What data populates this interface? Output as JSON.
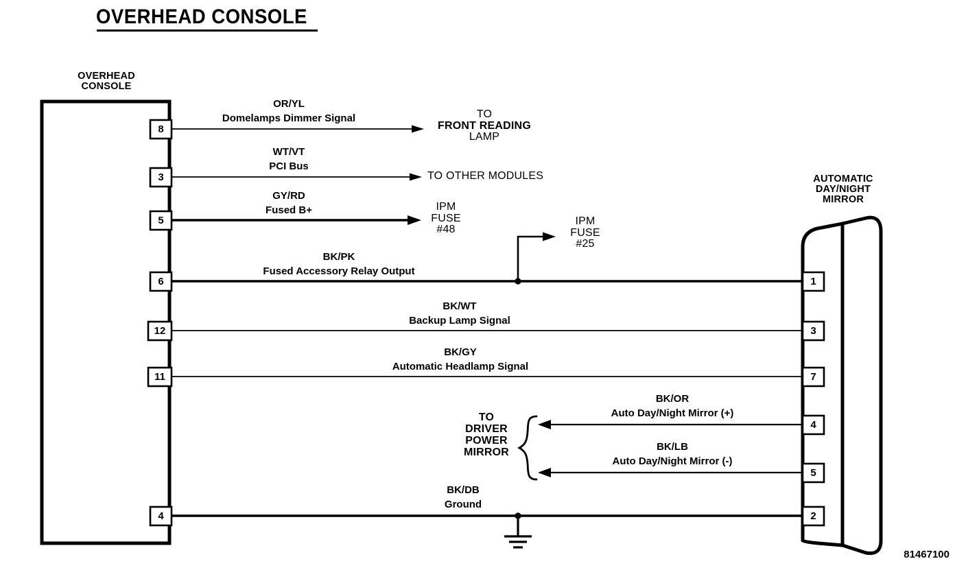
{
  "title": "OVERHEAD CONSOLE",
  "part_number": "81467100",
  "components": {
    "console": {
      "label_line1": "OVERHEAD",
      "label_line2": "CONSOLE",
      "pins": [
        "8",
        "3",
        "5",
        "6",
        "12",
        "11",
        "4"
      ]
    },
    "mirror": {
      "label_line1": "AUTOMATIC",
      "label_line2": "DAY/NIGHT",
      "label_line3": "MIRROR",
      "pins": [
        "1",
        "3",
        "7",
        "4",
        "5",
        "2"
      ]
    }
  },
  "wires": [
    {
      "console_pin": "8",
      "color_code": "OR/YL",
      "description": "Domelamps Dimmer Signal",
      "destination": [
        "TO",
        "FRONT READING",
        "LAMP"
      ]
    },
    {
      "console_pin": "3",
      "color_code": "WT/VT",
      "description": "PCI Bus",
      "destination": [
        "TO OTHER MODULES"
      ]
    },
    {
      "console_pin": "5",
      "color_code": "GY/RD",
      "description": "Fused B+",
      "destination": [
        "IPM",
        "FUSE",
        "#48"
      ]
    },
    {
      "console_pin": "6",
      "mirror_pin": "1",
      "color_code": "BK/PK",
      "description": "Fused Accessory Relay Output",
      "branch_destination": [
        "IPM",
        "FUSE",
        "#25"
      ]
    },
    {
      "console_pin": "12",
      "mirror_pin": "3",
      "color_code": "BK/WT",
      "description": "Backup Lamp Signal"
    },
    {
      "console_pin": "11",
      "mirror_pin": "7",
      "color_code": "BK/GY",
      "description": "Automatic Headlamp Signal"
    },
    {
      "mirror_pin": "4",
      "color_code": "BK/OR",
      "description": "Auto Day/Night Mirror (+)",
      "destination": [
        "TO",
        "DRIVER",
        "POWER",
        "MIRROR"
      ]
    },
    {
      "mirror_pin": "5",
      "color_code": "BK/LB",
      "description": "Auto Day/Night Mirror (-)",
      "destination": [
        "TO",
        "DRIVER",
        "POWER",
        "MIRROR"
      ]
    },
    {
      "console_pin": "4",
      "mirror_pin": "2",
      "color_code": "BK/DB",
      "description": "Ground",
      "symbol": "chassis-ground"
    }
  ],
  "annotations": {
    "driver_mirror": [
      "TO",
      "DRIVER",
      "POWER",
      "MIRROR"
    ],
    "front_reading_lamp": [
      "TO",
      "FRONT READING",
      "LAMP"
    ],
    "other_modules": "TO OTHER MODULES",
    "ipm_fuse_48": [
      "IPM",
      "FUSE",
      "#48"
    ],
    "ipm_fuse_25": [
      "IPM",
      "FUSE",
      "#25"
    ]
  },
  "colors": {
    "line": "#000000",
    "background": "#ffffff"
  }
}
